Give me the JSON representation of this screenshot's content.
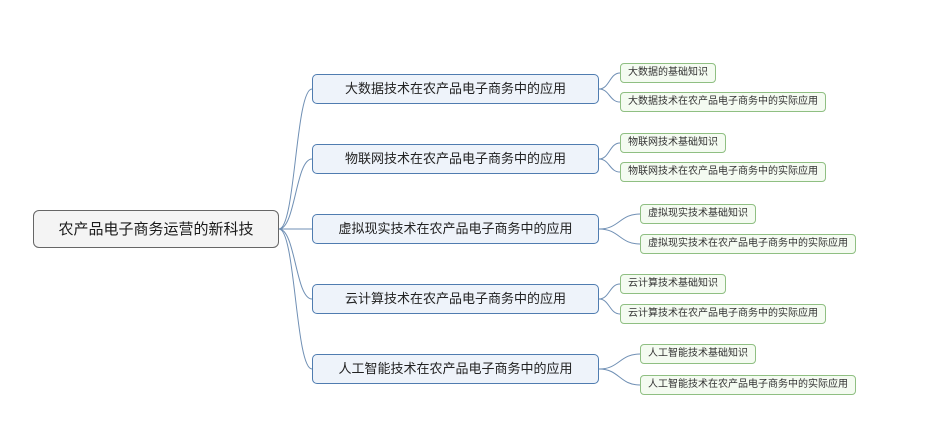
{
  "root": "农产品电子商务运营的新科技",
  "branches": [
    {
      "label": "大数据技术在农产品电子商务中的应用",
      "leaves": [
        "大数据的基础知识",
        "大数据技术在农产品电子商务中的实际应用"
      ]
    },
    {
      "label": "物联网技术在农产品电子商务中的应用",
      "leaves": [
        "物联网技术基础知识",
        "物联网技术在农产品电子商务中的实际应用"
      ]
    },
    {
      "label": "虚拟现实技术在农产品电子商务中的应用",
      "leaves": [
        "虚拟现实技术基础知识",
        "虚拟现实技术在农产品电子商务中的实际应用"
      ]
    },
    {
      "label": "云计算技术在农产品电子商务中的应用",
      "leaves": [
        "云计算技术基础知识",
        "云计算技术在农产品电子商务中的实际应用"
      ]
    },
    {
      "label": "人工智能技术在农产品电子商务中的应用",
      "leaves": [
        "人工智能技术基础知识",
        "人工智能技术在农产品电子商务中的实际应用"
      ]
    }
  ],
  "colors": {
    "root_border": "#666666",
    "branch_border": "#4f7cb0",
    "leaf_border": "#8fbf82",
    "connector": "#6f8fb4"
  }
}
